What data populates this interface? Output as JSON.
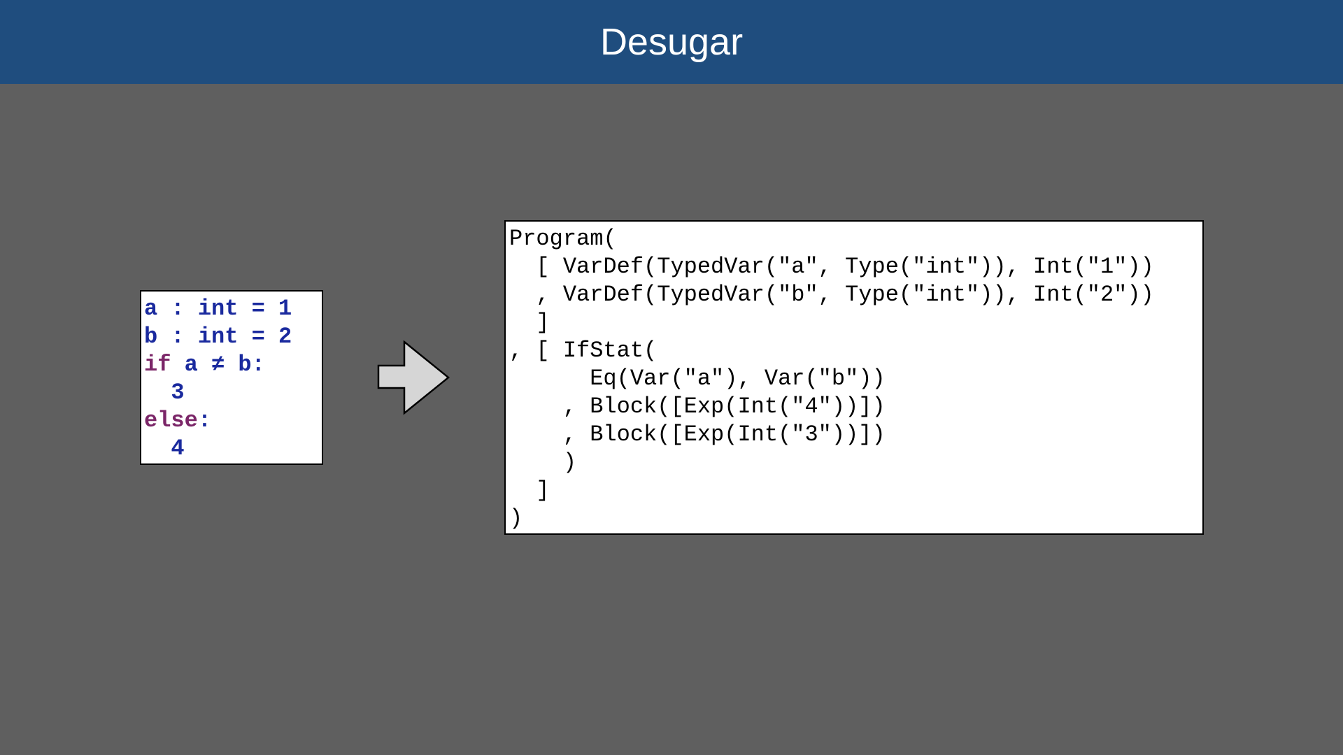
{
  "header": {
    "title": "Desugar"
  },
  "source_code": {
    "lines": [
      {
        "kw": "",
        "text": "a : int = 1"
      },
      {
        "kw": "",
        "text": "b : int = 2"
      },
      {
        "kw": "if",
        "text": " a ≠ b:"
      },
      {
        "kw": "",
        "text": "  3"
      },
      {
        "kw": "else",
        "text": ":"
      },
      {
        "kw": "",
        "text": "  4"
      }
    ]
  },
  "arrow": {
    "icon": "right-arrow-icon"
  },
  "ast_output": {
    "lines": [
      "Program(",
      "  [ VarDef(TypedVar(\"a\", Type(\"int\")), Int(\"1\"))",
      "  , VarDef(TypedVar(\"b\", Type(\"int\")), Int(\"2\"))",
      "  ]",
      ", [ IfStat(",
      "      Eq(Var(\"a\"), Var(\"b\"))",
      "    , Block([Exp(Int(\"4\"))])",
      "    , Block([Exp(Int(\"3\"))])",
      "    )",
      "  ]",
      ")"
    ]
  }
}
